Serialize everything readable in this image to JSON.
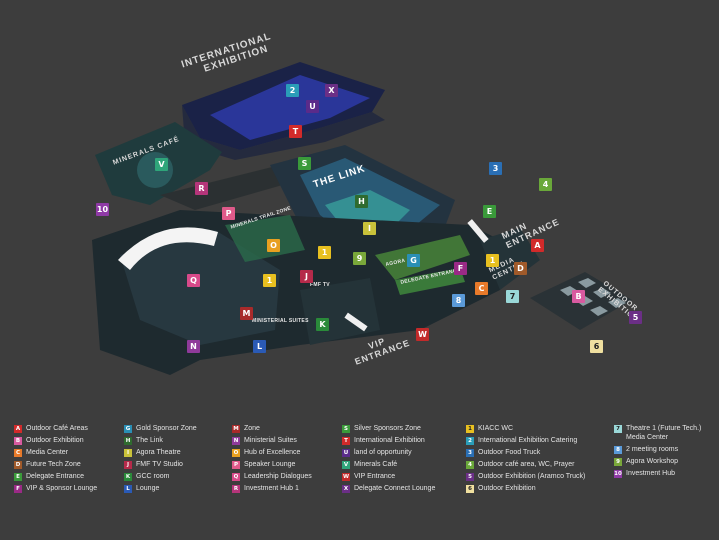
{
  "map_labels": {
    "international_exhibition": "INTERNATIONAL EXHIBITION",
    "international_exhibition_l1": "INTERNATIONAL",
    "international_exhibition_l2": "EXHIBITION",
    "minerals_cafe": "MINERALS CAFÉ",
    "the_link": "THE LINK",
    "main_entrance_l1": "MAIN",
    "main_entrance_l2": "ENTRANCE",
    "media_centre_l1": "MEDIA",
    "media_centre_l2": "CENTRE",
    "outdoor_exhibition_l1": "OUTDOOR",
    "outdoor_exhibition_l2": "EXHIBITION",
    "vip_entrance_l1": "VIP",
    "vip_entrance_l2": "ENTRANCE",
    "minerals_trail": "MINERALS TRAIL ZONE",
    "delegate_entrance_sign": "DELEGATE ENTRANCE",
    "agora": "AGORA",
    "fmf_tv": "FMF TV",
    "ministerial_suites": "MINISTERIAL SUITES"
  },
  "markers": [
    {
      "code": "2",
      "color": "#2a9db8"
    },
    {
      "code": "X",
      "color": "#6b2f86"
    },
    {
      "code": "U",
      "color": "#5a2b8a"
    },
    {
      "code": "T",
      "color": "#d22a2a"
    },
    {
      "code": "V",
      "color": "#2fa57a"
    },
    {
      "code": "S",
      "color": "#3a9a3a"
    },
    {
      "code": "R",
      "color": "#b5357a"
    },
    {
      "code": "10",
      "color": "#8f3aa6"
    },
    {
      "code": "P",
      "color": "#e05a8a"
    },
    {
      "code": "3",
      "color": "#2a6fb5"
    },
    {
      "code": "4",
      "color": "#6aa83a"
    },
    {
      "code": "E",
      "color": "#3a9a3a"
    },
    {
      "code": "H",
      "color": "#2f6b2f"
    },
    {
      "code": "I",
      "color": "#c9c23a"
    },
    {
      "code": "O",
      "color": "#e8a020"
    },
    {
      "code": "1",
      "color": "#e8c020"
    },
    {
      "code": "A",
      "color": "#d22a2a"
    },
    {
      "code": "9",
      "color": "#7aa83a"
    },
    {
      "code": "G",
      "color": "#2a8fb5"
    },
    {
      "code": "F",
      "color": "#9a2a86"
    },
    {
      "code": "1",
      "color": "#e8c020"
    },
    {
      "code": "D",
      "color": "#a05a2a"
    },
    {
      "code": "Q",
      "color": "#d84a8a"
    },
    {
      "code": "J",
      "color": "#b52a4a"
    },
    {
      "code": "1",
      "color": "#e8c020"
    },
    {
      "code": "C",
      "color": "#e87a2a"
    },
    {
      "code": "B",
      "color": "#d85aa0"
    },
    {
      "code": "8",
      "color": "#5a9ad8"
    },
    {
      "code": "7",
      "color": "#9ad8d8"
    },
    {
      "code": "M",
      "color": "#a82a2a"
    },
    {
      "code": "K",
      "color": "#2a8a3a"
    },
    {
      "code": "W",
      "color": "#c22a2a"
    },
    {
      "code": "N",
      "color": "#8f3a9a"
    },
    {
      "code": "L",
      "color": "#2a5ab5"
    },
    {
      "code": "5",
      "color": "#6b2f86"
    },
    {
      "code": "6",
      "color": "#f0e0a0"
    }
  ],
  "legend": [
    [
      {
        "code": "A",
        "color": "#d22a2a",
        "label": "Outdoor Café Areas"
      },
      {
        "code": "B",
        "color": "#d85aa0",
        "label": "Outdoor Exhibition"
      },
      {
        "code": "C",
        "color": "#e87a2a",
        "label": "Media Center"
      },
      {
        "code": "D",
        "color": "#a05a2a",
        "label": "Future Tech Zone"
      },
      {
        "code": "E",
        "color": "#3a9a3a",
        "label": "Delegate Entrance"
      },
      {
        "code": "F",
        "color": "#9a2a86",
        "label": "VIP & Sponsor Lounge"
      }
    ],
    [
      {
        "code": "G",
        "color": "#2a8fb5",
        "label": "Gold Sponsor Zone"
      },
      {
        "code": "H",
        "color": "#2f6b2f",
        "label": "The Link"
      },
      {
        "code": "I",
        "color": "#c9c23a",
        "label": "Agora Theatre"
      },
      {
        "code": "J",
        "color": "#b52a4a",
        "label": "FMF TV Studio"
      },
      {
        "code": "K",
        "color": "#2a8a3a",
        "label": "GCC room"
      },
      {
        "code": "L",
        "color": "#2a5ab5",
        "label": "Lounge"
      }
    ],
    [
      {
        "code": "M",
        "color": "#a82a2a",
        "label": "Zone"
      },
      {
        "code": "N",
        "color": "#8f3a9a",
        "label": "Ministerial Suites"
      },
      {
        "code": "O",
        "color": "#e8a020",
        "label": "Hub of Excellence"
      },
      {
        "code": "P",
        "color": "#e05a8a",
        "label": "Speaker Lounge"
      },
      {
        "code": "Q",
        "color": "#d84a8a",
        "label": "Leadership Dialogues"
      },
      {
        "code": "R",
        "color": "#b5357a",
        "label": "Investment Hub 1"
      }
    ],
    [
      {
        "code": "S",
        "color": "#3a9a3a",
        "label": "Silver Sponsors Zone"
      },
      {
        "code": "T",
        "color": "#d22a2a",
        "label": "International Exhibition"
      },
      {
        "code": "U",
        "color": "#5a2b8a",
        "label": "land of opportunity"
      },
      {
        "code": "V",
        "color": "#2fa57a",
        "label": "Minerals Café"
      },
      {
        "code": "W",
        "color": "#c22a2a",
        "label": "VIP Entrance"
      },
      {
        "code": "X",
        "color": "#6b2f86",
        "label": "Delegate Connect Lounge"
      }
    ],
    [
      {
        "code": "1",
        "color": "#e8c020",
        "label": "KIACC WC"
      },
      {
        "code": "2",
        "color": "#2a9db8",
        "label": "International Exhibition Catering"
      },
      {
        "code": "3",
        "color": "#2a6fb5",
        "label": "Outdoor Food Truck"
      },
      {
        "code": "4",
        "color": "#6aa83a",
        "label": "Outdoor café area, WC, Prayer"
      },
      {
        "code": "5",
        "color": "#6b2f86",
        "label": "Outdoor Exhibition (Aramco Truck)"
      },
      {
        "code": "6",
        "color": "#f0e0a0",
        "label": "Outdoor Exhibition"
      }
    ],
    [
      {
        "code": "7",
        "color": "#9ad8d8",
        "label": "Theatre 1 (Future Tech.)",
        "label2": "Media Center"
      },
      {
        "code": "8",
        "color": "#5a9ad8",
        "label": "2 meeting rooms"
      },
      {
        "code": "9",
        "color": "#7aa83a",
        "label": "Agora Workshop"
      },
      {
        "code": "10",
        "color": "#8f3aa6",
        "label": "Investment Hub"
      }
    ]
  ]
}
